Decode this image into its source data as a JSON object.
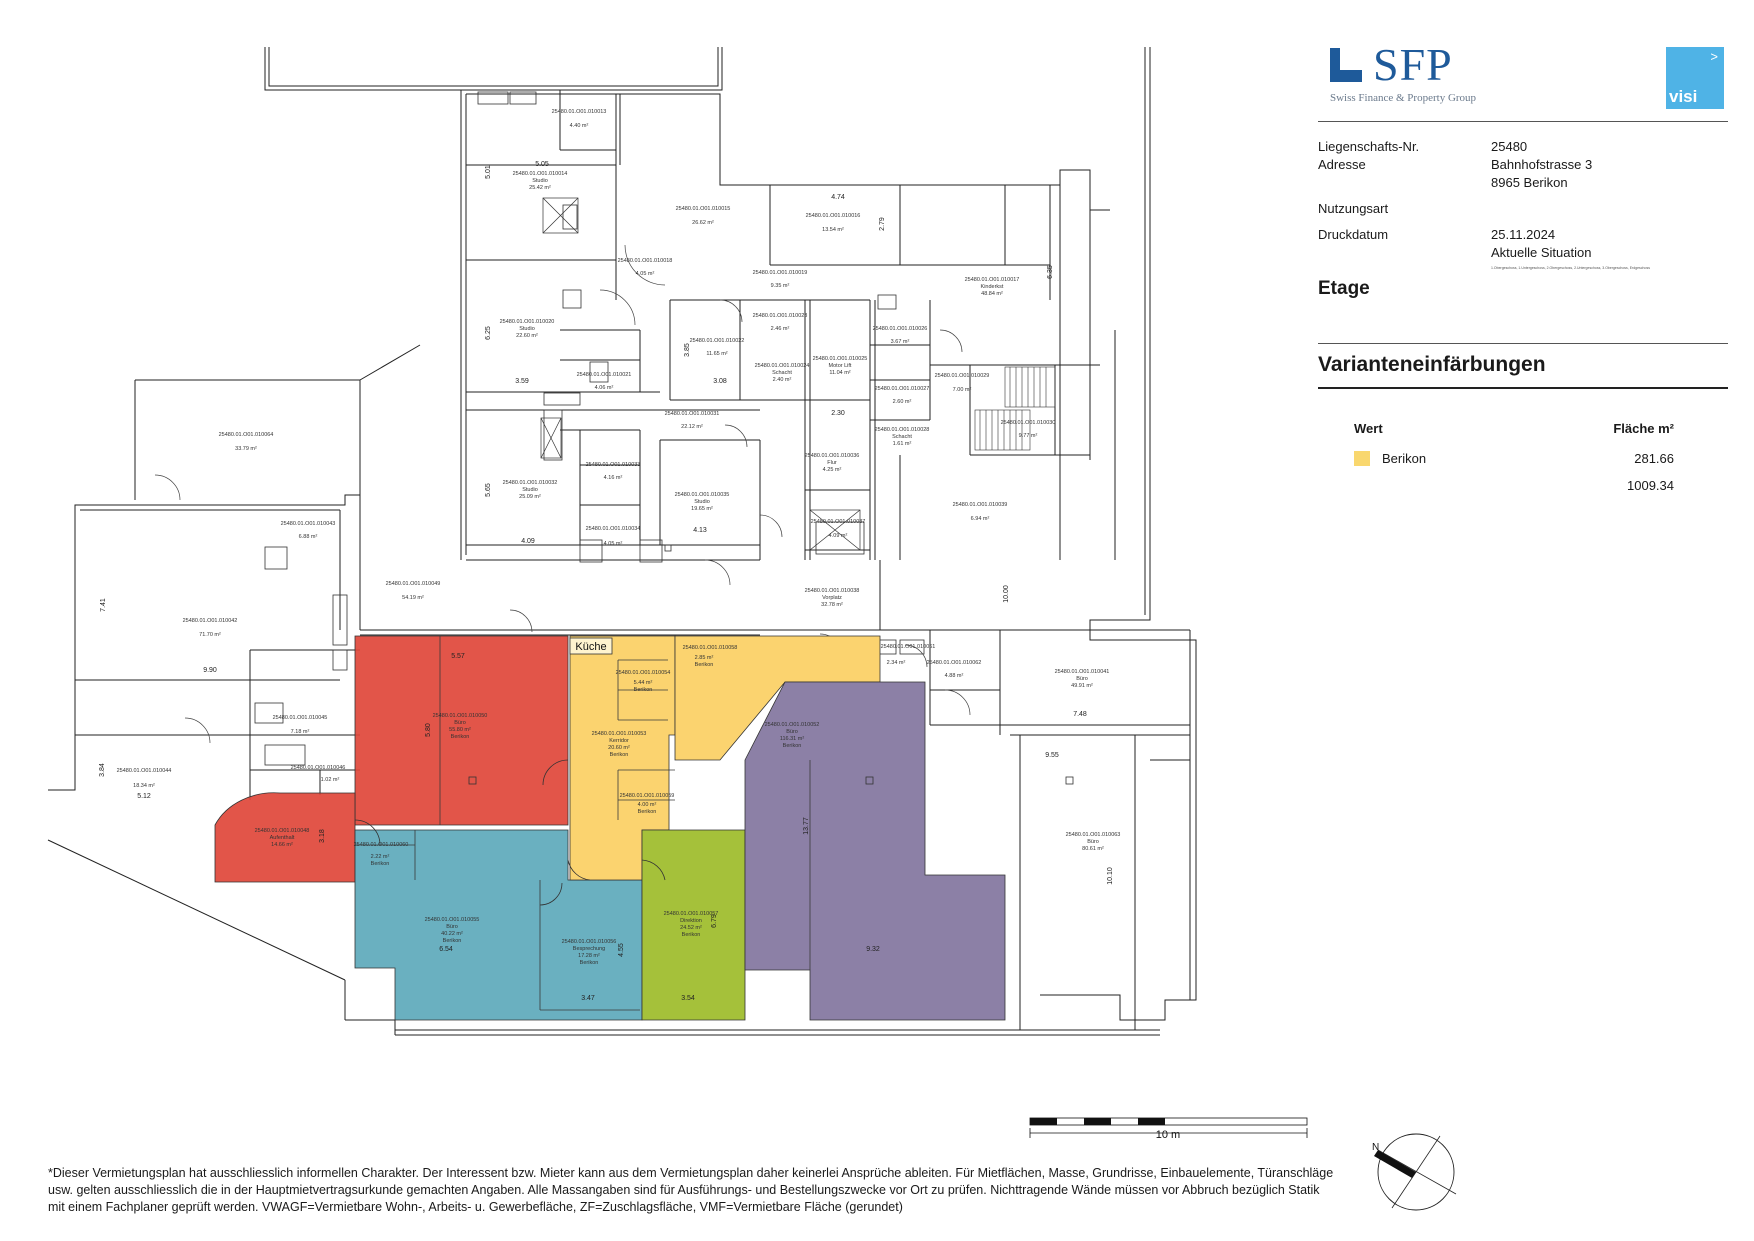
{
  "brand": {
    "logo_text": "SFP",
    "logo_subtitle": "Swiss Finance & Property Group",
    "partner_logo": "visi",
    "partner_logo_color": "#4fb3e6",
    "brand_color": "#1e5a9a"
  },
  "info": {
    "property_no_label": "Liegenschafts-Nr.",
    "property_no": "25480",
    "address_label": "Adresse",
    "address_line1": "Bahnhofstrasse 3",
    "address_line2": "8965 Berikon",
    "usage_label": "Nutzungsart",
    "usage_value": "",
    "print_date_label": "Druckdatum",
    "print_date": "25.11.2024",
    "status": "Aktuelle Situation",
    "floor_list": "1.Obergeschoss, 1.Untergeschoss, 2.Obergeschoss, 2.Untergeschoss, 3.Obergeschoss, Erdgeschoss",
    "floor_label": "Etage"
  },
  "variants": {
    "title": "Varianteneinfärbungen",
    "col_value": "Wert",
    "col_area": "Fläche m²",
    "rows": [
      {
        "label": "Berikon",
        "area": "281.66",
        "color": "#f9d76e"
      }
    ],
    "total": "1009.34"
  },
  "plan": {
    "colors": {
      "red": "#e0463a",
      "teal": "#5aa7b9",
      "yellow": "#fbd36f",
      "purple": "#8c80a6",
      "green": "#a5c13a"
    },
    "kitchen_label": "Küche",
    "scale_label": "10 m",
    "north_label": "N",
    "rooms": [
      {
        "id": "r13",
        "text": "25480.01.O01.010013",
        "area": "4.40 m²"
      },
      {
        "id": "r14",
        "text": "25480.01.O01.010014",
        "use": "Studio",
        "area": "25.42 m²"
      },
      {
        "id": "r15",
        "text": "25480.01.O01.010015",
        "area": "26.62 m²"
      },
      {
        "id": "r16",
        "text": "25480.01.O01.010016",
        "area": "13.54 m²"
      },
      {
        "id": "r17",
        "text": "25480.01.O01.010017",
        "use": "Kinderkst",
        "area": "48.84 m²"
      },
      {
        "id": "r18",
        "text": "25480.01.O01.010018",
        "area": "4.05 m²"
      },
      {
        "id": "r19",
        "text": "25480.01.O01.010019",
        "area": "9.35 m²"
      },
      {
        "id": "r20",
        "text": "25480.01.O01.010020",
        "use": "Studio",
        "area": "22.60 m²"
      },
      {
        "id": "r21",
        "text": "25480.01.O01.010021",
        "area": "4.06 m²"
      },
      {
        "id": "r22",
        "text": "25480.01.O01.010022",
        "area": "11.65 m²"
      },
      {
        "id": "r23",
        "text": "25480.01.O01.010023",
        "area": "2.46 m²"
      },
      {
        "id": "r24",
        "text": "25480.01.O01.010024",
        "use": "Schacht",
        "area": "2.40 m²"
      },
      {
        "id": "r25",
        "text": "25480.01.O01.010025",
        "use": "Motor Lift",
        "area": "11.04 m²"
      },
      {
        "id": "r26",
        "text": "25480.01.O01.010026",
        "area": "3.67 m²"
      },
      {
        "id": "r27",
        "text": "25480.01.O01.010027",
        "area": "2.60 m²"
      },
      {
        "id": "r28",
        "text": "25480.01.O01.010028",
        "use": "Schacht",
        "area": "1.61 m²"
      },
      {
        "id": "r29",
        "text": "25480.01.O01.010029",
        "area": "7.00 m²"
      },
      {
        "id": "r30",
        "text": "25480.01.O01.010030",
        "area": "9.77 m²"
      },
      {
        "id": "r31",
        "text": "25480.01.O01.010031",
        "area": "22.12 m²"
      },
      {
        "id": "r32",
        "text": "25480.01.O01.010032",
        "use": "Studio",
        "area": "25.09 m²"
      },
      {
        "id": "r33",
        "text": "25480.01.O01.010033",
        "area": "4.16 m²"
      },
      {
        "id": "r34",
        "text": "25480.01.O01.010034",
        "area": "4.05 m²"
      },
      {
        "id": "r35",
        "text": "25480.01.O01.010035",
        "use": "Studio",
        "area": "19.65 m²"
      },
      {
        "id": "r36",
        "text": "25480.01.O01.010036",
        "use": "Flur",
        "area": "4.25 m²"
      },
      {
        "id": "r37",
        "text": "25480.01.O01.010037",
        "area": "4.09 m²"
      },
      {
        "id": "r38",
        "text": "25480.01.O01.010038",
        "use": "Vorplatz",
        "area": "32.78 m²"
      },
      {
        "id": "r39",
        "text": "25480.01.O01.010039",
        "area": "6.94 m²"
      },
      {
        "id": "r41",
        "text": "25480.01.O01.010041",
        "use": "Büro",
        "area": "49.91 m²"
      },
      {
        "id": "r42",
        "text": "25480.01.O01.010042",
        "area": "71.70 m²"
      },
      {
        "id": "r43",
        "text": "25480.01.O01.010043",
        "area": "6.88 m²"
      },
      {
        "id": "r44",
        "text": "25480.01.O01.010044",
        "area": "18.34 m²"
      },
      {
        "id": "r45",
        "text": "25480.01.O01.010045",
        "area": "7.18 m²"
      },
      {
        "id": "r46",
        "text": "25480.01.O01.010046",
        "area": "1.02 m²"
      },
      {
        "id": "r48",
        "text": "25480.01.O01.010048",
        "use": "Aufenthalt",
        "area": "14.66 m²"
      },
      {
        "id": "r49",
        "text": "25480.01.O01.010049",
        "area": "54.19 m²"
      },
      {
        "id": "r50",
        "text": "25480.01.O01.010050",
        "use": "Büro",
        "area": "55.80 m²",
        "variant": "Berikon"
      },
      {
        "id": "r52",
        "text": "25480.01.O01.010052",
        "use": "Büro",
        "area": "116.31 m²",
        "variant": "Berikon"
      },
      {
        "id": "r53",
        "text": "25480.01.O01.010053",
        "use": "Kerridor",
        "area": "20.60 m²",
        "variant": "Berikon"
      },
      {
        "id": "r54",
        "text": "25480.01.O01.010054",
        "area": "5.44 m²",
        "variant": "Berikon"
      },
      {
        "id": "r55",
        "text": "25480.01.O01.010055",
        "use": "Büro",
        "area": "40.22 m²",
        "variant": "Berikon"
      },
      {
        "id": "r56",
        "text": "25480.01.O01.010056",
        "use": "Besprechung",
        "area": "17.28 m²",
        "variant": "Berikon"
      },
      {
        "id": "r57",
        "text": "25480.01.O01.010057",
        "use": "Direktion",
        "area": "24.52 m²",
        "variant": "Berikon"
      },
      {
        "id": "r58",
        "text": "25480.01.O01.010058",
        "area": "2.85 m²",
        "variant": "Berikon"
      },
      {
        "id": "r59",
        "text": "25480.01.O01.010059",
        "area": "4.00 m²",
        "variant": "Berikon"
      },
      {
        "id": "r60",
        "text": "25480.01.O01.010060",
        "area": "2.22 m²",
        "variant": "Berikon"
      },
      {
        "id": "r61",
        "text": "25480.01.O01.010061",
        "area": "2.34 m²"
      },
      {
        "id": "r62",
        "text": "25480.01.O01.010062",
        "area": "4.88 m²"
      },
      {
        "id": "r63",
        "text": "25480.01.O01.010063",
        "use": "Büro",
        "area": "80.61 m²"
      },
      {
        "id": "r64",
        "text": "25480.01.O01.010064",
        "area": "33.79 m²"
      }
    ],
    "dimensions": [
      "5.05",
      "5.01",
      "4.74",
      "2.79",
      "6.35",
      "6.25",
      "3.59",
      "3.85",
      "3.08",
      "2.30",
      "5.65",
      "4.09",
      "4.13",
      "7.41",
      "9.90",
      "3.84",
      "5.12",
      "5.57",
      "5.80",
      "3.18",
      "6.54",
      "3.47",
      "4.55",
      "3.54",
      "6.79",
      "13.77",
      "9.32",
      "10.00",
      "7.48",
      "9.55",
      "10.10"
    ]
  },
  "footnote": "*Dieser Vermietungsplan hat ausschliesslich informellen Charakter. Der Interessent bzw. Mieter kann aus dem Vermietungsplan daher keinerlei Ansprüche ableiten. Für Mietflächen, Masse, Grundrisse, Einbauelemente, Türanschläge usw. gelten ausschliesslich die in der Hauptmietvertragsurkunde gemachten Angaben. Alle Massangaben sind für Ausführungs- und Bestellungszwecke vor Ort zu prüfen. Nichttragende Wände müssen vor Abbruch bezüglich Statik mit einem Fachplaner geprüft werden. VWAGF=Vermietbare Wohn-, Arbeits- u. Gewerbefläche, ZF=Zuschlagsfläche, VMF=Vermietbare Fläche (gerundet)"
}
